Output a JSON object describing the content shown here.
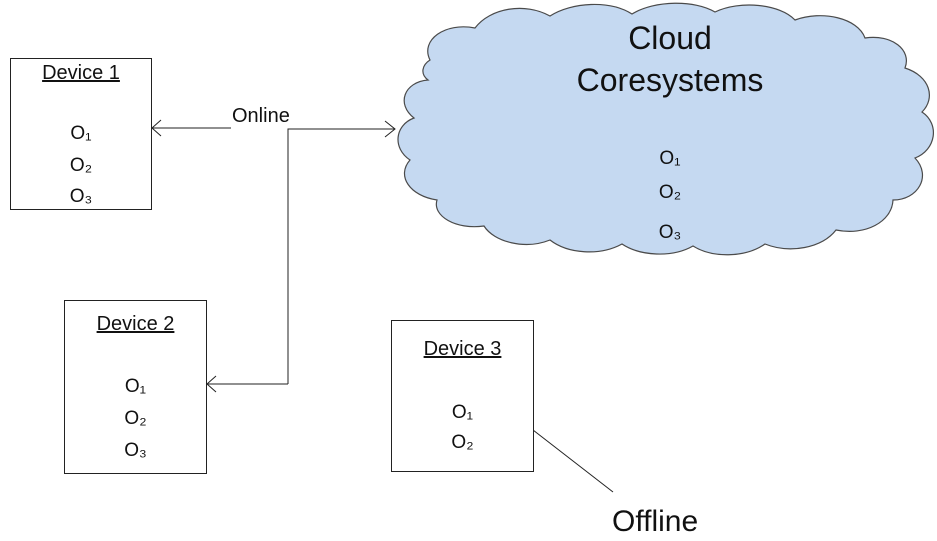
{
  "cloud": {
    "title_line1": "Cloud",
    "title_line2": "Coresystems",
    "items": [
      "O₁",
      "O₂",
      "O₃"
    ],
    "fill": "#c5d9f1"
  },
  "devices": [
    {
      "title": "Device 1",
      "items": [
        "O₁",
        "O₂",
        "O₃"
      ]
    },
    {
      "title": "Device 2",
      "items": [
        "O₁",
        "O₂",
        "O₃"
      ]
    },
    {
      "title": "Device 3",
      "items": [
        "O₁",
        "O₂"
      ]
    }
  ],
  "labels": {
    "online": "Online",
    "offline": "Offline"
  }
}
